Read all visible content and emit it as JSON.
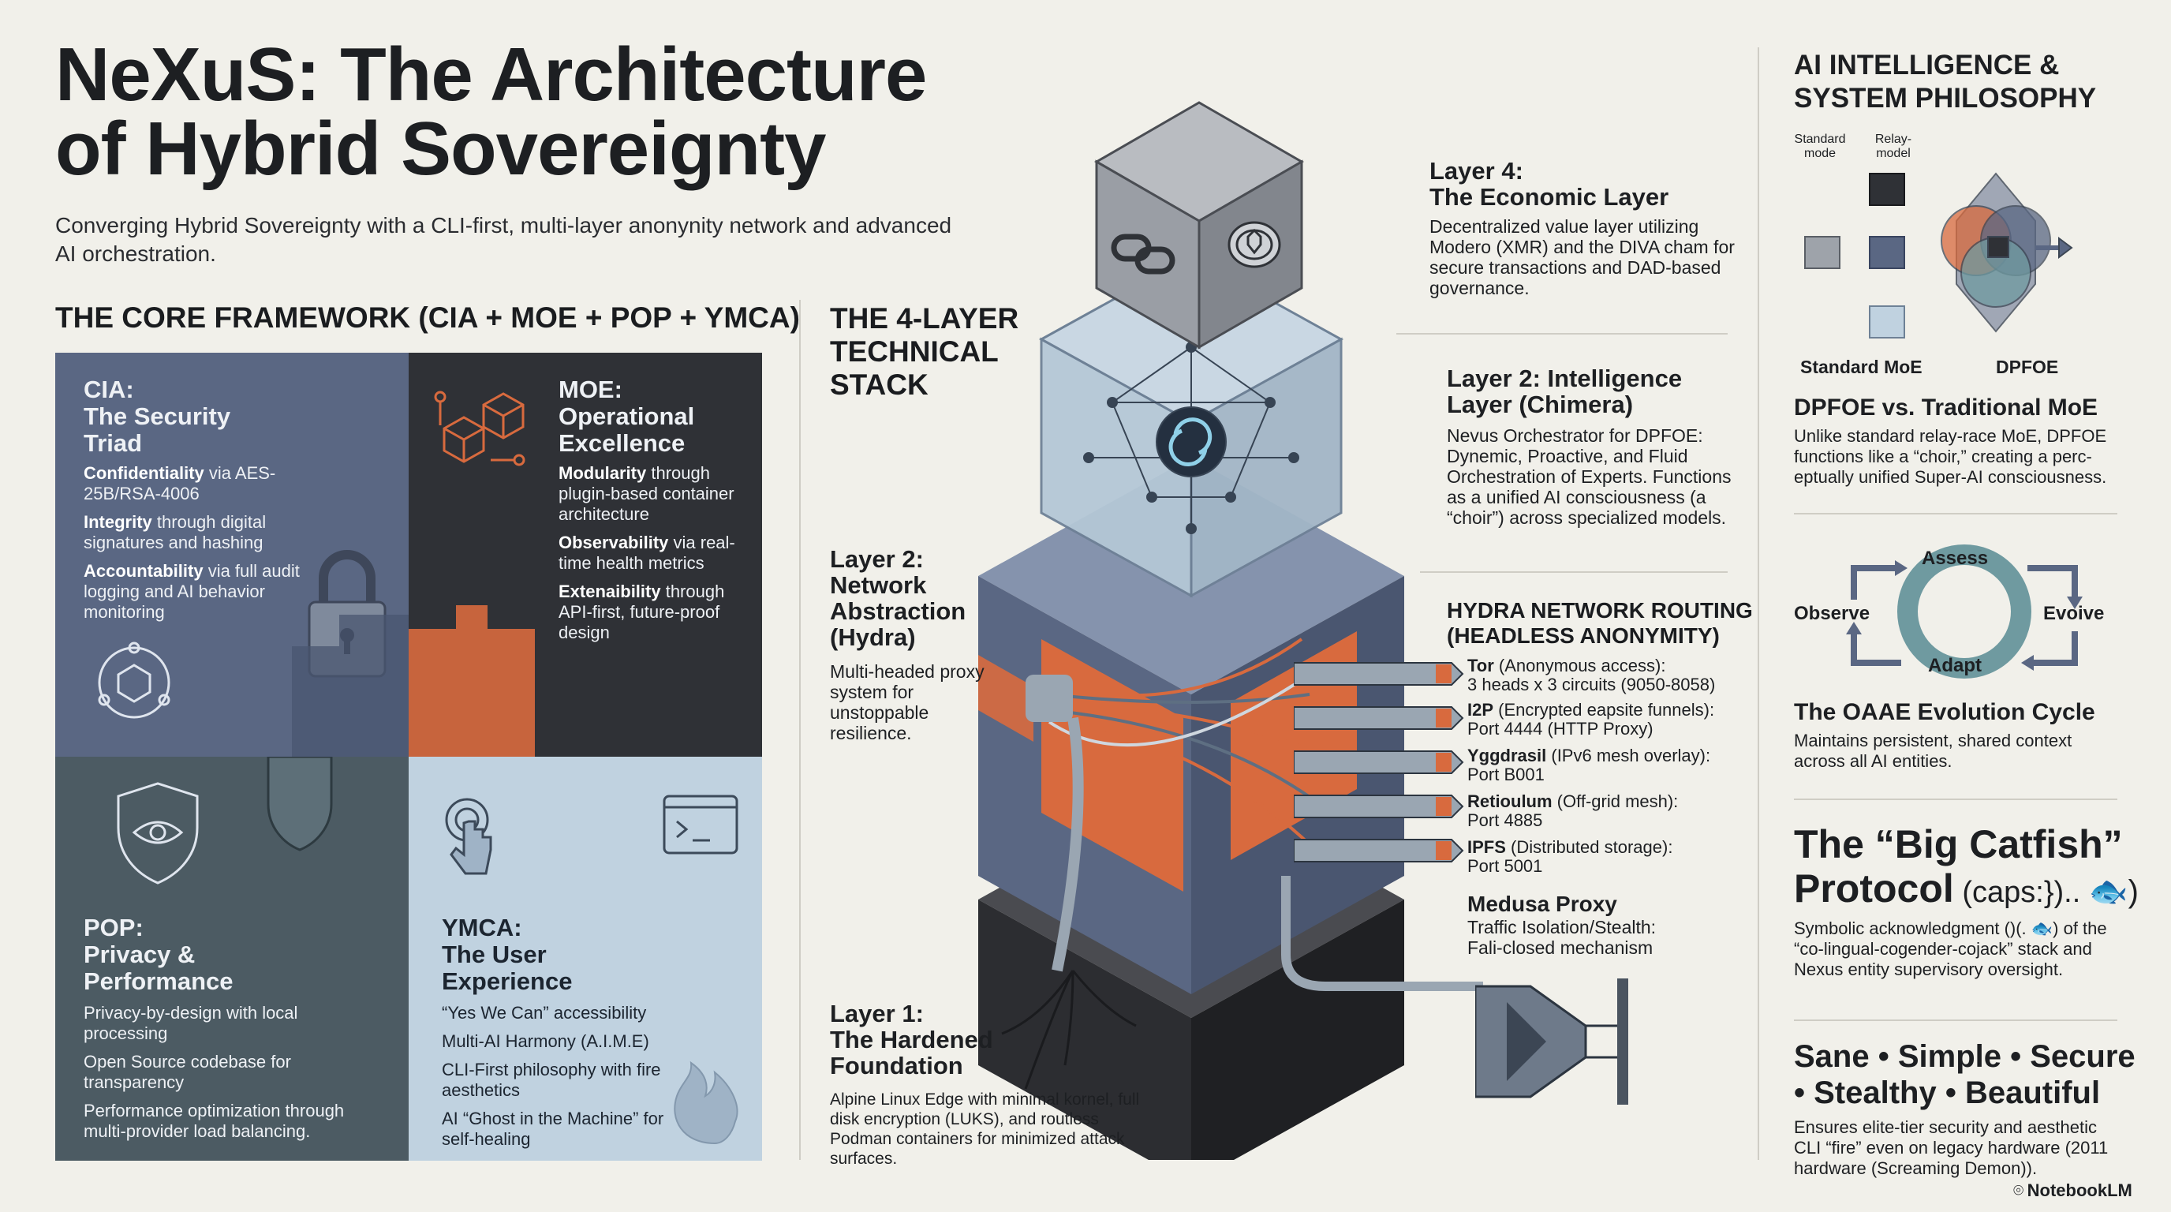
{
  "header": {
    "title_line1": "NeXuS: The Architecture",
    "title_line2": "of Hybrid Sovereignty",
    "subtitle": "Converging Hybrid Sovereignty with a CLI-first, multi-layer anonynity network and advanced AI orchestration."
  },
  "framework": {
    "heading": "THE CORE FRAMEWORK (CIA + MOE + POP + YMCA)",
    "cia": {
      "title_a": "CIA:",
      "title_b": "The Security",
      "title_c": "Triad",
      "i1_key": "Confidentiality",
      "i1_rest": " via AES-25B/RSA-4006",
      "i2_key": "Integrity",
      "i2_rest": " through digital signatures and hashing",
      "i3_key": "Accountability",
      "i3_rest": " via full audit logging and AI behavior monitoring"
    },
    "moe": {
      "title_a": "MOE:",
      "title_b": "Operational",
      "title_c": "Excellence",
      "i1_key": "Modularity",
      "i1_rest": " through plugin-based container architecture",
      "i2_key": "Observability",
      "i2_rest": " via real-time health metrics",
      "i3_key": "Extenaibility",
      "i3_rest": " through API-first, future-proof design"
    },
    "pop": {
      "title_a": "POP:",
      "title_b": "Privacy &",
      "title_c": "Performance",
      "i1": "Privacy-by-design with local processing",
      "i2": "Open Source codebase for transparency",
      "i3": "Performance optimization through multi-provider load balancing."
    },
    "ymca": {
      "title_a": "YMCA:",
      "title_b": "The User",
      "title_c": "Experience",
      "i1": "“Yes We Can” accessibility",
      "i2": "Multi-AI Harmony (A.I.M.E)",
      "i3": "CLI-First philosophy with fire aesthetics",
      "i4": "AI “Ghost in the Machine” for self-healing"
    }
  },
  "stack": {
    "heading_l1": "THE 4-LAYER",
    "heading_l2": "TECHNICAL",
    "heading_l3": "STACK",
    "layer4": {
      "title_a": "Layer 4:",
      "title_b": "The Economic Layer",
      "text": "Decentralized value layer utilizing Modero (XMR) and the DIVA cham for secure transactions and DAD-based governance."
    },
    "layer3": {
      "title_a": "Layer 2: Intelligence",
      "title_b": "Layer (Chimera)",
      "text": "Nevus Orchestrator for DPFOE: Dynemic, Proactive, and Fluid Orchestration of Experts. Functions as a unified AI consciousness (a “choir”) across specialized models."
    },
    "layer2": {
      "title_a": "Layer 2:",
      "title_b": "Network",
      "title_c": "Abstraction",
      "title_d": "(Hydra)",
      "text": "Multi-headed proxy system for unstoppable resilience."
    },
    "layer1": {
      "title_a": "Layer 1:",
      "title_b": "The Hardened",
      "title_c": "Foundation",
      "text": "Alpine Linux Edge with minimal kornel, full disk encryption (LUKS), and routless Podman containers for minimized attack surfaces."
    },
    "hydra": {
      "heading_l1": "HYDRA NETWORK ROUTING",
      "heading_l2": "(HEADLESS ANONYMITY)",
      "routes": [
        {
          "key": "Tor",
          "desc": " (Anonymous access):",
          "port": "3 heads x 3 circuits (9050-8058)"
        },
        {
          "key": "I2P",
          "desc": " (Encrypted eapsite funnels):",
          "port": "Port 4444 (HTTP Proxy)"
        },
        {
          "key": "Yggdrasil",
          "desc": " (IPv6 mesh overlay):",
          "port": "Port B001"
        },
        {
          "key": "Retioulum",
          "desc": " (Off-grid mesh):",
          "port": "Port 4885"
        },
        {
          "key": "IPFS",
          "desc": " (Distributed storage):",
          "port": "Port 5001"
        }
      ]
    },
    "medusa": {
      "title": "Medusa Proxy",
      "line1": "Traffic Isolation/Stealth:",
      "line2": "Fali-closed mechanism"
    }
  },
  "philosophy": {
    "heading_l1": "AI INTELLIGENCE &",
    "heading_l2": "SYSTEM PHILOSOPHY",
    "label_standard": "Standard mode",
    "label_relay": "Relay-model",
    "label_std_moe": "Standard MoE",
    "label_dpfoe": "DPFOE",
    "dpfoe_title": "DPFOE vs. Traditional MoE",
    "dpfoe_text": "Unlike standard relay-race MoE, DPFOE functions like a “choir,” creating a perc-eptually unified Super-AI consciousness.",
    "cycle": {
      "assess": "Assess",
      "observe": "Observe",
      "evolve": "Evoive",
      "adapt": "Adapt"
    },
    "cycle_title": "The OAAE Evolution Cycle",
    "cycle_text": "Maintains persistent, shared context across all AI entities.",
    "catfish_l1": "The “Big Catfish”",
    "catfish_l2": "Protocol",
    "catfish_tag": " (caps:}).. ",
    "catfish_text": "Symbolic acknowledgment ()(. 🐟) of the “co-lingual-cogender-cojack” stack and Nexus entity supervisory oversight.",
    "motto_l1": "Sane • Simple • Secure",
    "motto_l2": "• Stealthy • Beautiful",
    "motto_text": "Ensures elite-tier security and aesthetic CLI “fire” even on legacy hardware (2011 hardware (Screaming Demon)).",
    "brand": "NotebookLM"
  },
  "colors": {
    "accent": "#d86a3e",
    "slate": "#5a6783",
    "charcoal": "#2f3136",
    "teal": "#4c5b63",
    "ice": "#c0d2e0",
    "bg": "#f1f0ea"
  }
}
